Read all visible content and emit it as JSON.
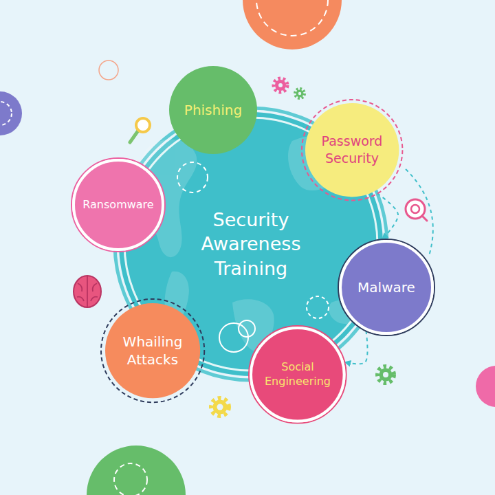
{
  "diagram": {
    "nodes": [
      {
        "text": [
          "Security Awareness Training"
        ]
      },
      {
        "text": [
          "Phishing"
        ]
      },
      {
        "text": [
          "Password Security"
        ]
      },
      {
        "text": [
          "Ransomware"
        ]
      },
      {
        "text": [
          "Malware"
        ]
      },
      {
        "text": [
          "Whailing Attacks"
        ]
      },
      {
        "text": [
          "Social Engineering"
        ]
      }
    ],
    "edges": [
      {
        "from": 2,
        "to": 4,
        "arrow": "to"
      },
      {
        "from": 4,
        "to": 6,
        "arrow": "to"
      }
    ]
  }
}
